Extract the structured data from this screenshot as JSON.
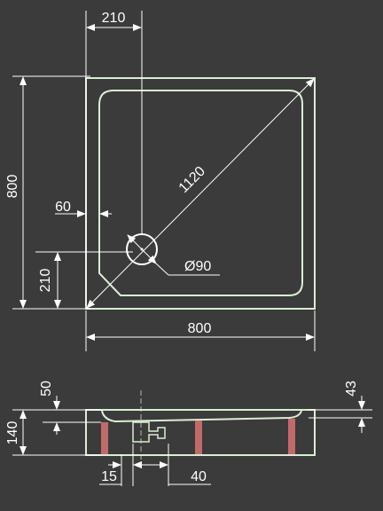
{
  "colors": {
    "background": "#3b3b3b",
    "outline": "#dcecd7",
    "dimension": "#ffffff",
    "legs": "#c26a6a"
  },
  "plan_view": {
    "top_width": "210",
    "height": "800",
    "offset_left": "60",
    "diagonal": "1120",
    "drain_diameter": "Ø90",
    "bottom_offset": "210",
    "width": "800"
  },
  "side_view": {
    "rim": "50",
    "total_height": "140",
    "tray_height": "43",
    "leg_offset": "15",
    "drain_offset": "40"
  }
}
